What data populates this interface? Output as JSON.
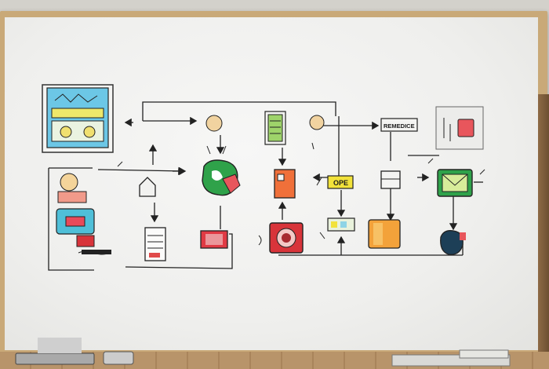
{
  "scene": {
    "description_tags": [
      "whiteboard",
      "flow-diagram",
      "sketch"
    ],
    "colors": {
      "board": "#f2f2f0",
      "frame": "#c9a978",
      "ink": "#222222",
      "cyan": "#5fc6e6",
      "green": "#2fa24a",
      "red": "#d8343a",
      "orange": "#f08a3a",
      "yellow": "#f2e23a",
      "navy": "#1d3f57"
    }
  },
  "labels": {
    "box_label_1": "OPE",
    "box_label_2": "REMEDICE"
  },
  "icons": [
    "monitor-icon",
    "person-icon",
    "house-icon",
    "server-icon",
    "green-blob-icon",
    "red-card-icon",
    "notebook-icon",
    "orange-box-icon",
    "camera-icon",
    "keyboard-icon",
    "pill-box-icon",
    "chart-card-icon",
    "envelope-icon",
    "navy-ball-icon",
    "calculator-icon"
  ]
}
